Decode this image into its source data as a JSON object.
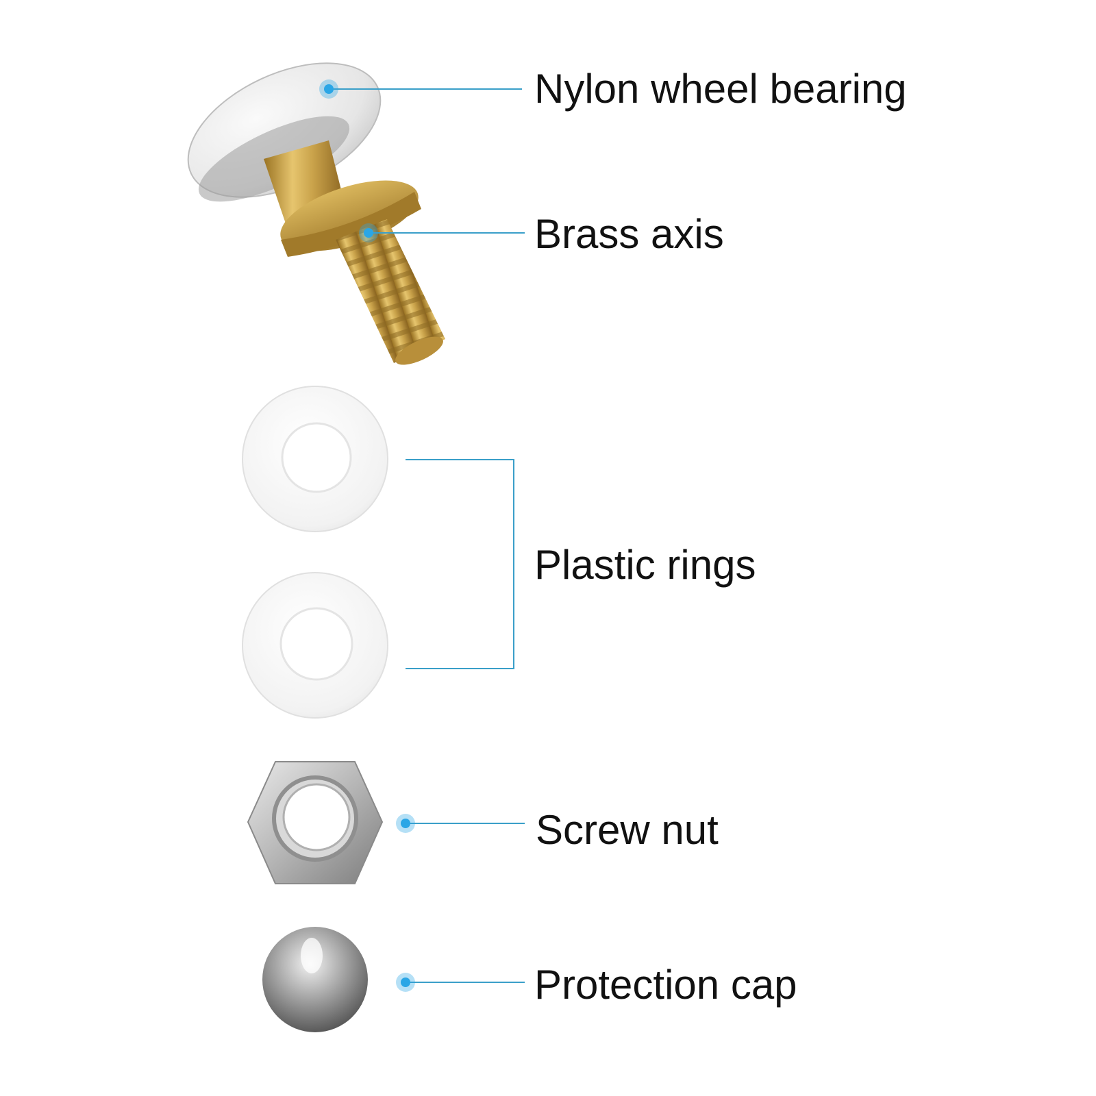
{
  "labels": {
    "nylon_wheel_bearing": "Nylon wheel bearing",
    "brass_axis": "Brass axis",
    "plastic_rings": "Plastic rings",
    "screw_nut": "Screw nut",
    "protection_cap": "Protection cap"
  },
  "colors": {
    "leader_line": "#3a9fc9",
    "leader_dot": "#2aa6e6",
    "brass": "#c9a24a",
    "nylon": "#eeeeee",
    "steel": "#b8b8b8",
    "text": "#111111"
  },
  "icons": {
    "wheel": "nylon-wheel-icon",
    "axis": "brass-axis-icon",
    "ring": "plastic-ring-icon",
    "nut": "hex-nut-icon",
    "cap": "dome-cap-icon"
  }
}
